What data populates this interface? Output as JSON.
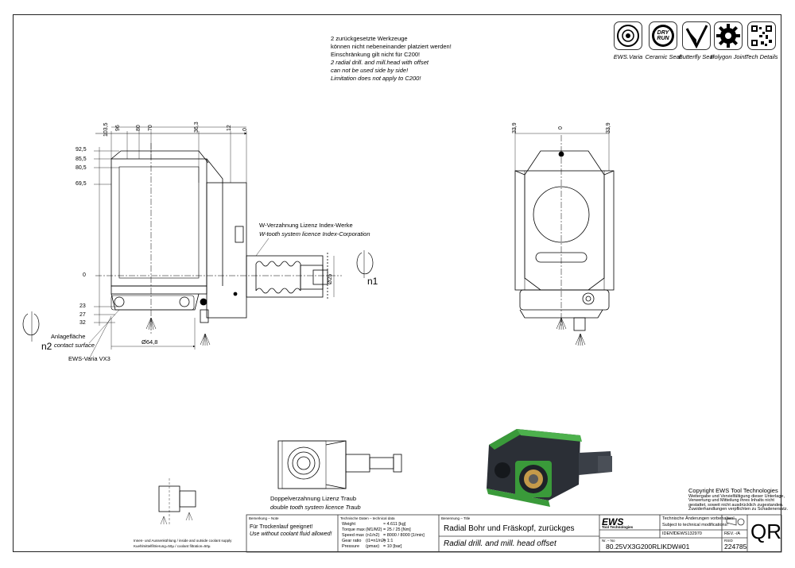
{
  "notes": {
    "lines": [
      "2 zurückgesetzte Werkzeuge",
      "können nicht nebeneinander platziert werden!",
      "Einschränkung gilt nicht für C200!",
      "2 radial drill. and mill.head with offset",
      "can not be used side by side!",
      "Limitation does not apply to C200!"
    ]
  },
  "features": [
    {
      "icon": "ews-varia-icon",
      "label": "EWS.Varia"
    },
    {
      "icon": "ceramic-seal-icon",
      "label": "Ceramic Seal",
      "badge": "DRY RUN"
    },
    {
      "icon": "butterfly-seal-icon",
      "label": "Butterfly Seal"
    },
    {
      "icon": "polygon-joint-icon",
      "label": "Polygon Joint"
    },
    {
      "icon": "qr-code-icon",
      "label": "Tech Details"
    }
  ],
  "side_view": {
    "top_dims": [
      "103,5",
      "96",
      "80",
      "70",
      "36,3",
      "12",
      "0"
    ],
    "left_dims": [
      "92,5",
      "85,5",
      "80,5",
      "69,5",
      "0",
      "23",
      "27",
      "32"
    ],
    "w_tooth_de": "W-Verzahnung Lizenz Index-Werke",
    "w_tooth_en": "W-tooth system licence Index-Corporation",
    "shank_dim": "Ø25",
    "n1": "n1",
    "n2": "n2",
    "contact_de": "Anlagefläche",
    "contact_en": "contact surface",
    "diameter": "Ø64,8",
    "interface": "EWS-Varia VX3"
  },
  "front_view": {
    "top_dims": [
      "33,9",
      "0",
      "33,9"
    ]
  },
  "double_tooth": {
    "de": "Doppelverzahnung Lizenz Traub",
    "en": "double tooth system licence Traub"
  },
  "coolant": {
    "de": "Innen- und Aussenkühlung / inside and outside coolant supply",
    "en": "Kuehlmittelfiltrierung=50µ / coolant filtration=50µ"
  },
  "title_block": {
    "remark_header": "Bemerkung – Note",
    "remark_de": "Für Trockenlauf geeignet!",
    "remark_en": "Use without coolant fluid allowed!",
    "tech_header": "Technische Daten – technical data",
    "tech_rows": [
      {
        "key": "Weight",
        "unit": "",
        "value": "≈ 4.611  [kg]"
      },
      {
        "key": "Torque max",
        "unit": "(M1/M2)",
        "value": "=  25 / 25 [Nm]"
      },
      {
        "key": "Speed max",
        "unit": "(n1/n2)",
        "value": "=  8000 / 8000 [1/min]"
      },
      {
        "key": "Gear ratio",
        "unit": "(i1=n1/n2)",
        "value": "=  1:1"
      },
      {
        "key": "Pressure",
        "unit": "(pmax)",
        "value": "=  10 [bar]"
      }
    ],
    "name_header": "Benennung – Title",
    "title_de": "Radial Bohr und Fräskopf, zurückges",
    "title_en": "Radial drill. and mill. head offset",
    "company_logo": "EWS",
    "company_sub": "Tool Technologies",
    "change_de": "Technische Änderungen vorbehalten!",
    "change_en": "Subject to technical modifications!",
    "ident_label": "IDENT",
    "ident": "DEWS132970",
    "rev_label": "REV.",
    "rev": "-/A",
    "part_no_label": "Nr. – No",
    "part_no": "80.25VX3G200RLIKDW#01",
    "rsid_label": "RSID",
    "rsid": "224785",
    "qr": "QR"
  },
  "copyright": {
    "title": "Copyright EWS Tool Technologies",
    "lines": [
      "Weitergabe und Vervielfältigung dieser Unterlage,",
      "Verwertung und Mitteilung ihres Inhalts nicht",
      "gestattet, soweit nicht ausdrücklich zugestanden.",
      "Zuwiderhandlungen verpflichten zu Schadenersatz."
    ]
  },
  "colors": {
    "model_green": "#3a9a3a",
    "model_dark": "#2b2f36"
  }
}
